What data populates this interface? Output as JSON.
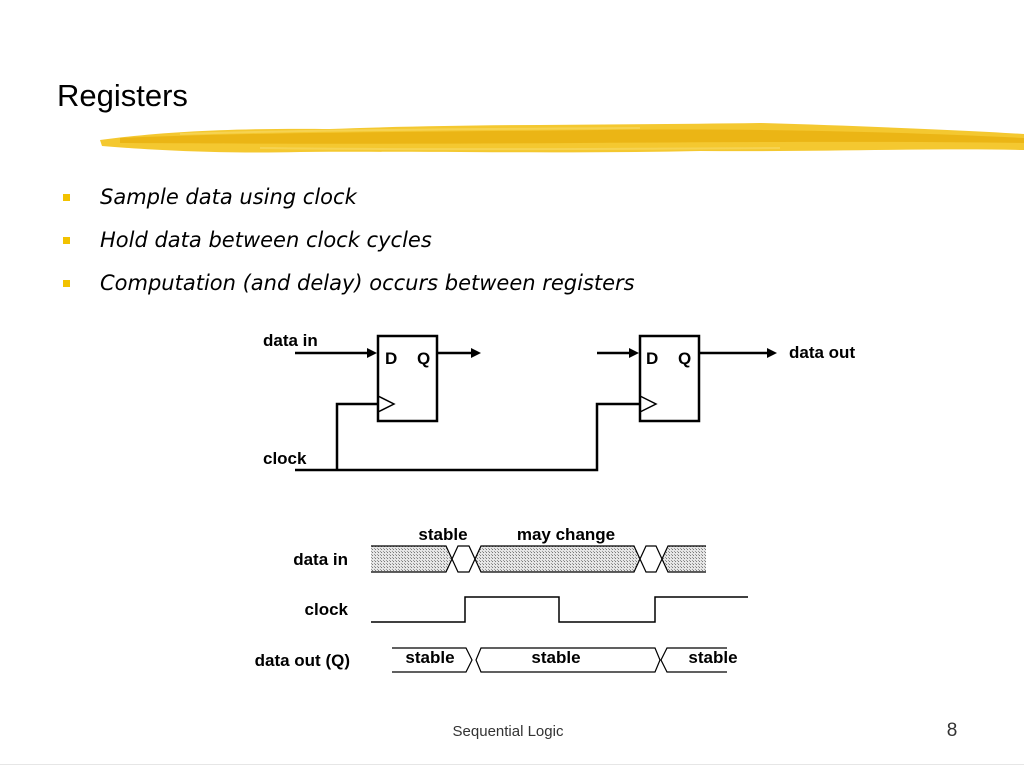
{
  "slide": {
    "title": "Registers",
    "bullets": [
      "Sample data using clock",
      "Hold data between clock cycles",
      "Computation (and delay) occurs between registers"
    ],
    "footer": "Sequential Logic",
    "page_number": "8"
  },
  "schematic": {
    "data_in_label": "data in",
    "clock_label": "clock",
    "data_out_label": "data out",
    "register_1": {
      "d_label": "D",
      "q_label": "Q"
    },
    "register_2": {
      "d_label": "D",
      "q_label": "Q"
    }
  },
  "timing": {
    "signal_labels": [
      "data in",
      "clock",
      "data out (Q)"
    ],
    "data_in_annotations": [
      "stable",
      "may change"
    ],
    "data_out_segments": [
      "stable",
      "stable",
      "stable"
    ]
  },
  "colors": {
    "accent": "#f2c200",
    "highlighter": "#f3c21a",
    "hatch": "#9a9a9a"
  }
}
